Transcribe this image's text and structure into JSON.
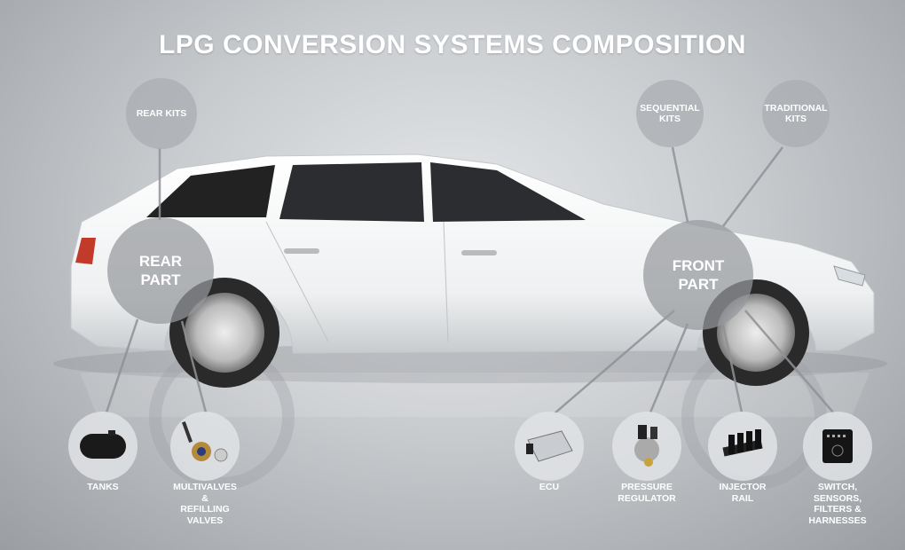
{
  "title": "LPG CONVERSION SYSTEMS COMPOSITION",
  "top_kits": [
    {
      "label": "REAR KITS"
    },
    {
      "label": "SEQUENTIAL\nKITS"
    },
    {
      "label": "TRADITIONAL\nKITS"
    }
  ],
  "parts": [
    {
      "label": "REAR\nPART"
    },
    {
      "label": "FRONT\nPART"
    }
  ],
  "components": [
    {
      "label": "TANKS",
      "icon": "tank-icon"
    },
    {
      "label": "MULTIVALVES\n&\nREFILLING\nVALVES",
      "icon": "multivalve-icon"
    },
    {
      "label": "ECU",
      "icon": "ecu-icon"
    },
    {
      "label": "PRESSURE\nREGULATOR",
      "icon": "pressure-regulator-icon"
    },
    {
      "label": "INJECTOR\nRAIL",
      "icon": "injector-rail-icon"
    },
    {
      "label": "SWITCH,\nSENSORS,\nFILTERS &\nHARNESSES",
      "icon": "switch-icon"
    }
  ]
}
